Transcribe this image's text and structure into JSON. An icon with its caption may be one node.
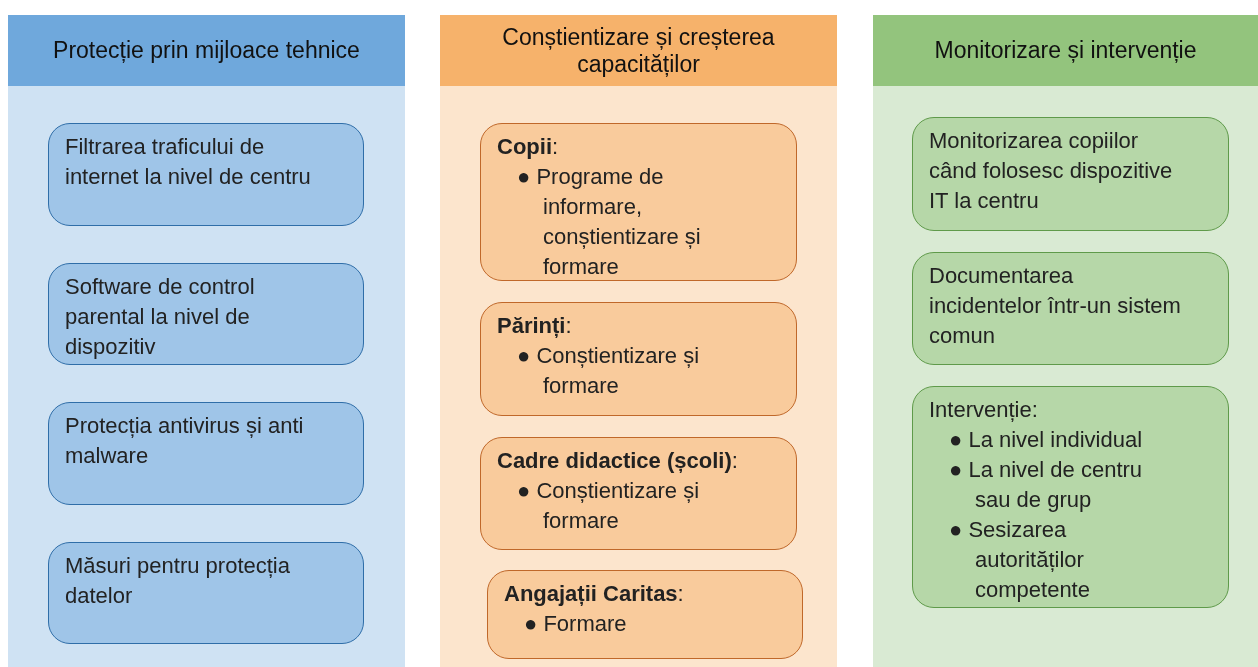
{
  "diagram": {
    "nodes": [
      {
        "text": [
          "Protecție prin mijloace tehnice"
        ]
      },
      {
        "text": [
          "Filtrarea traficului de internet la nivel de centru"
        ],
        "in": 0
      },
      {
        "text": [
          "Software de control parental la nivel de dispozitiv"
        ],
        "in": 0
      },
      {
        "text": [
          "Protecția antivirus și anti malware"
        ],
        "in": 0
      },
      {
        "text": [
          "Măsuri pentru protecția datelor"
        ],
        "in": 0
      },
      {
        "text": [
          "Conștientizare și creșterea capacităților"
        ]
      },
      {
        "text": [
          "**Copii**:",
          "● Programe de informare, conștientizare și formare"
        ],
        "in": 5
      },
      {
        "text": [
          "**Părinți**:",
          "● Conștientizare și formare"
        ],
        "in": 5
      },
      {
        "text": [
          "**Cadre didactice (școli)**:",
          "● Conștientizare și formare"
        ],
        "in": 5
      },
      {
        "text": [
          "**Angajații Caritas**:",
          "● Formare"
        ],
        "in": 5
      },
      {
        "text": [
          "Monitorizare și intervenție"
        ]
      },
      {
        "text": [
          "Monitorizarea copiilor când folosesc dispozitive IT la centru"
        ],
        "in": 10
      },
      {
        "text": [
          "Documentarea incidentelor într-un sistem comun"
        ],
        "in": 10
      },
      {
        "text": [
          "Intervenție:",
          "● La nivel individual",
          "● La nivel de centru sau de grup",
          "● Sesizarea autorităților competente"
        ],
        "in": 10
      }
    ],
    "edges": []
  }
}
